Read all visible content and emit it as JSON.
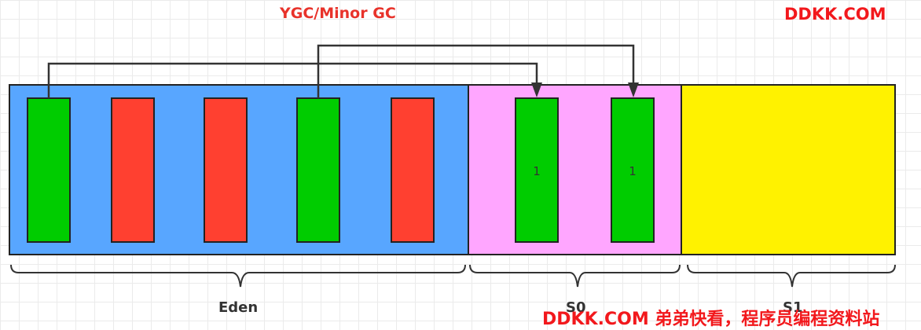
{
  "title": "YGC/Minor GC",
  "watermark_top": "DDKK.COM",
  "watermark_bottom": "DDKK.COM 弟弟快看，程序员编程资料站",
  "regions": {
    "eden": {
      "label": "Eden",
      "color": "#58a6ff"
    },
    "s0": {
      "label": "S0",
      "color": "#ffa6ff"
    },
    "s1": {
      "label": "S1",
      "color": "#fff200"
    }
  },
  "colors": {
    "live": "#00cc00",
    "garbage": "#ff4030",
    "arrow": "#333333",
    "title": "#e8322a",
    "watermark": "#f2181c"
  },
  "eden_objects": [
    {
      "state": "live"
    },
    {
      "state": "garbage"
    },
    {
      "state": "garbage"
    },
    {
      "state": "live"
    },
    {
      "state": "garbage"
    }
  ],
  "s0_objects": [
    {
      "state": "live",
      "age": "1"
    },
    {
      "state": "live",
      "age": "1"
    }
  ]
}
